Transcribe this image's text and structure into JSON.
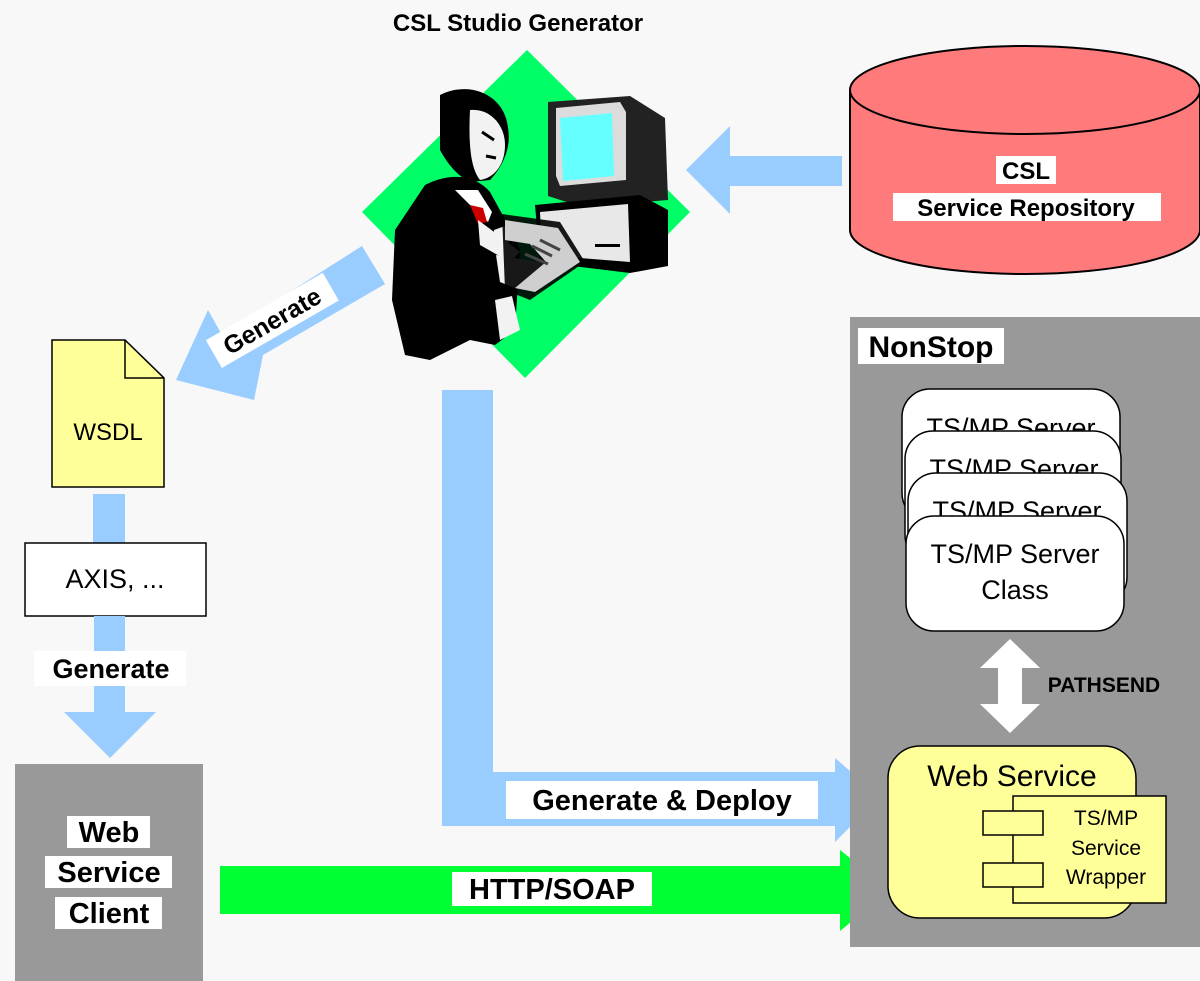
{
  "title": "CSL Studio Generator",
  "repository": {
    "line1": "CSL",
    "line2": "Service Repository",
    "color": "#ff7b7b"
  },
  "generate_top_label": "Generate",
  "wsdl_label": "WSDL",
  "axis_label": "AXIS, ...",
  "generate_left_label": "Generate",
  "client": {
    "line1": "Web",
    "line2": "Service",
    "line3": "Client"
  },
  "nonstop": {
    "title": "NonStop",
    "servers": [
      "TS/MP Server",
      "TS/MP Server",
      "TS/MP Server"
    ],
    "server_front": {
      "line1": "TS/MP Server",
      "line2": "Class"
    },
    "pathsend_label": "PATHSEND",
    "web_service": {
      "title": "Web Service",
      "wrapper": {
        "line1": "TS/MP",
        "line2": "Service",
        "line3": "Wrapper"
      }
    }
  },
  "generate_deploy_label": "Generate & Deploy",
  "http_label": "HTTP/SOAP",
  "colors": {
    "flow_arrow": "#99ccff",
    "http_arrow": "#00ff33",
    "highlight": "#00ff66",
    "wsdl_fill": "#ffff99",
    "grey_panel": "#999999",
    "screen": "#66ffff"
  }
}
